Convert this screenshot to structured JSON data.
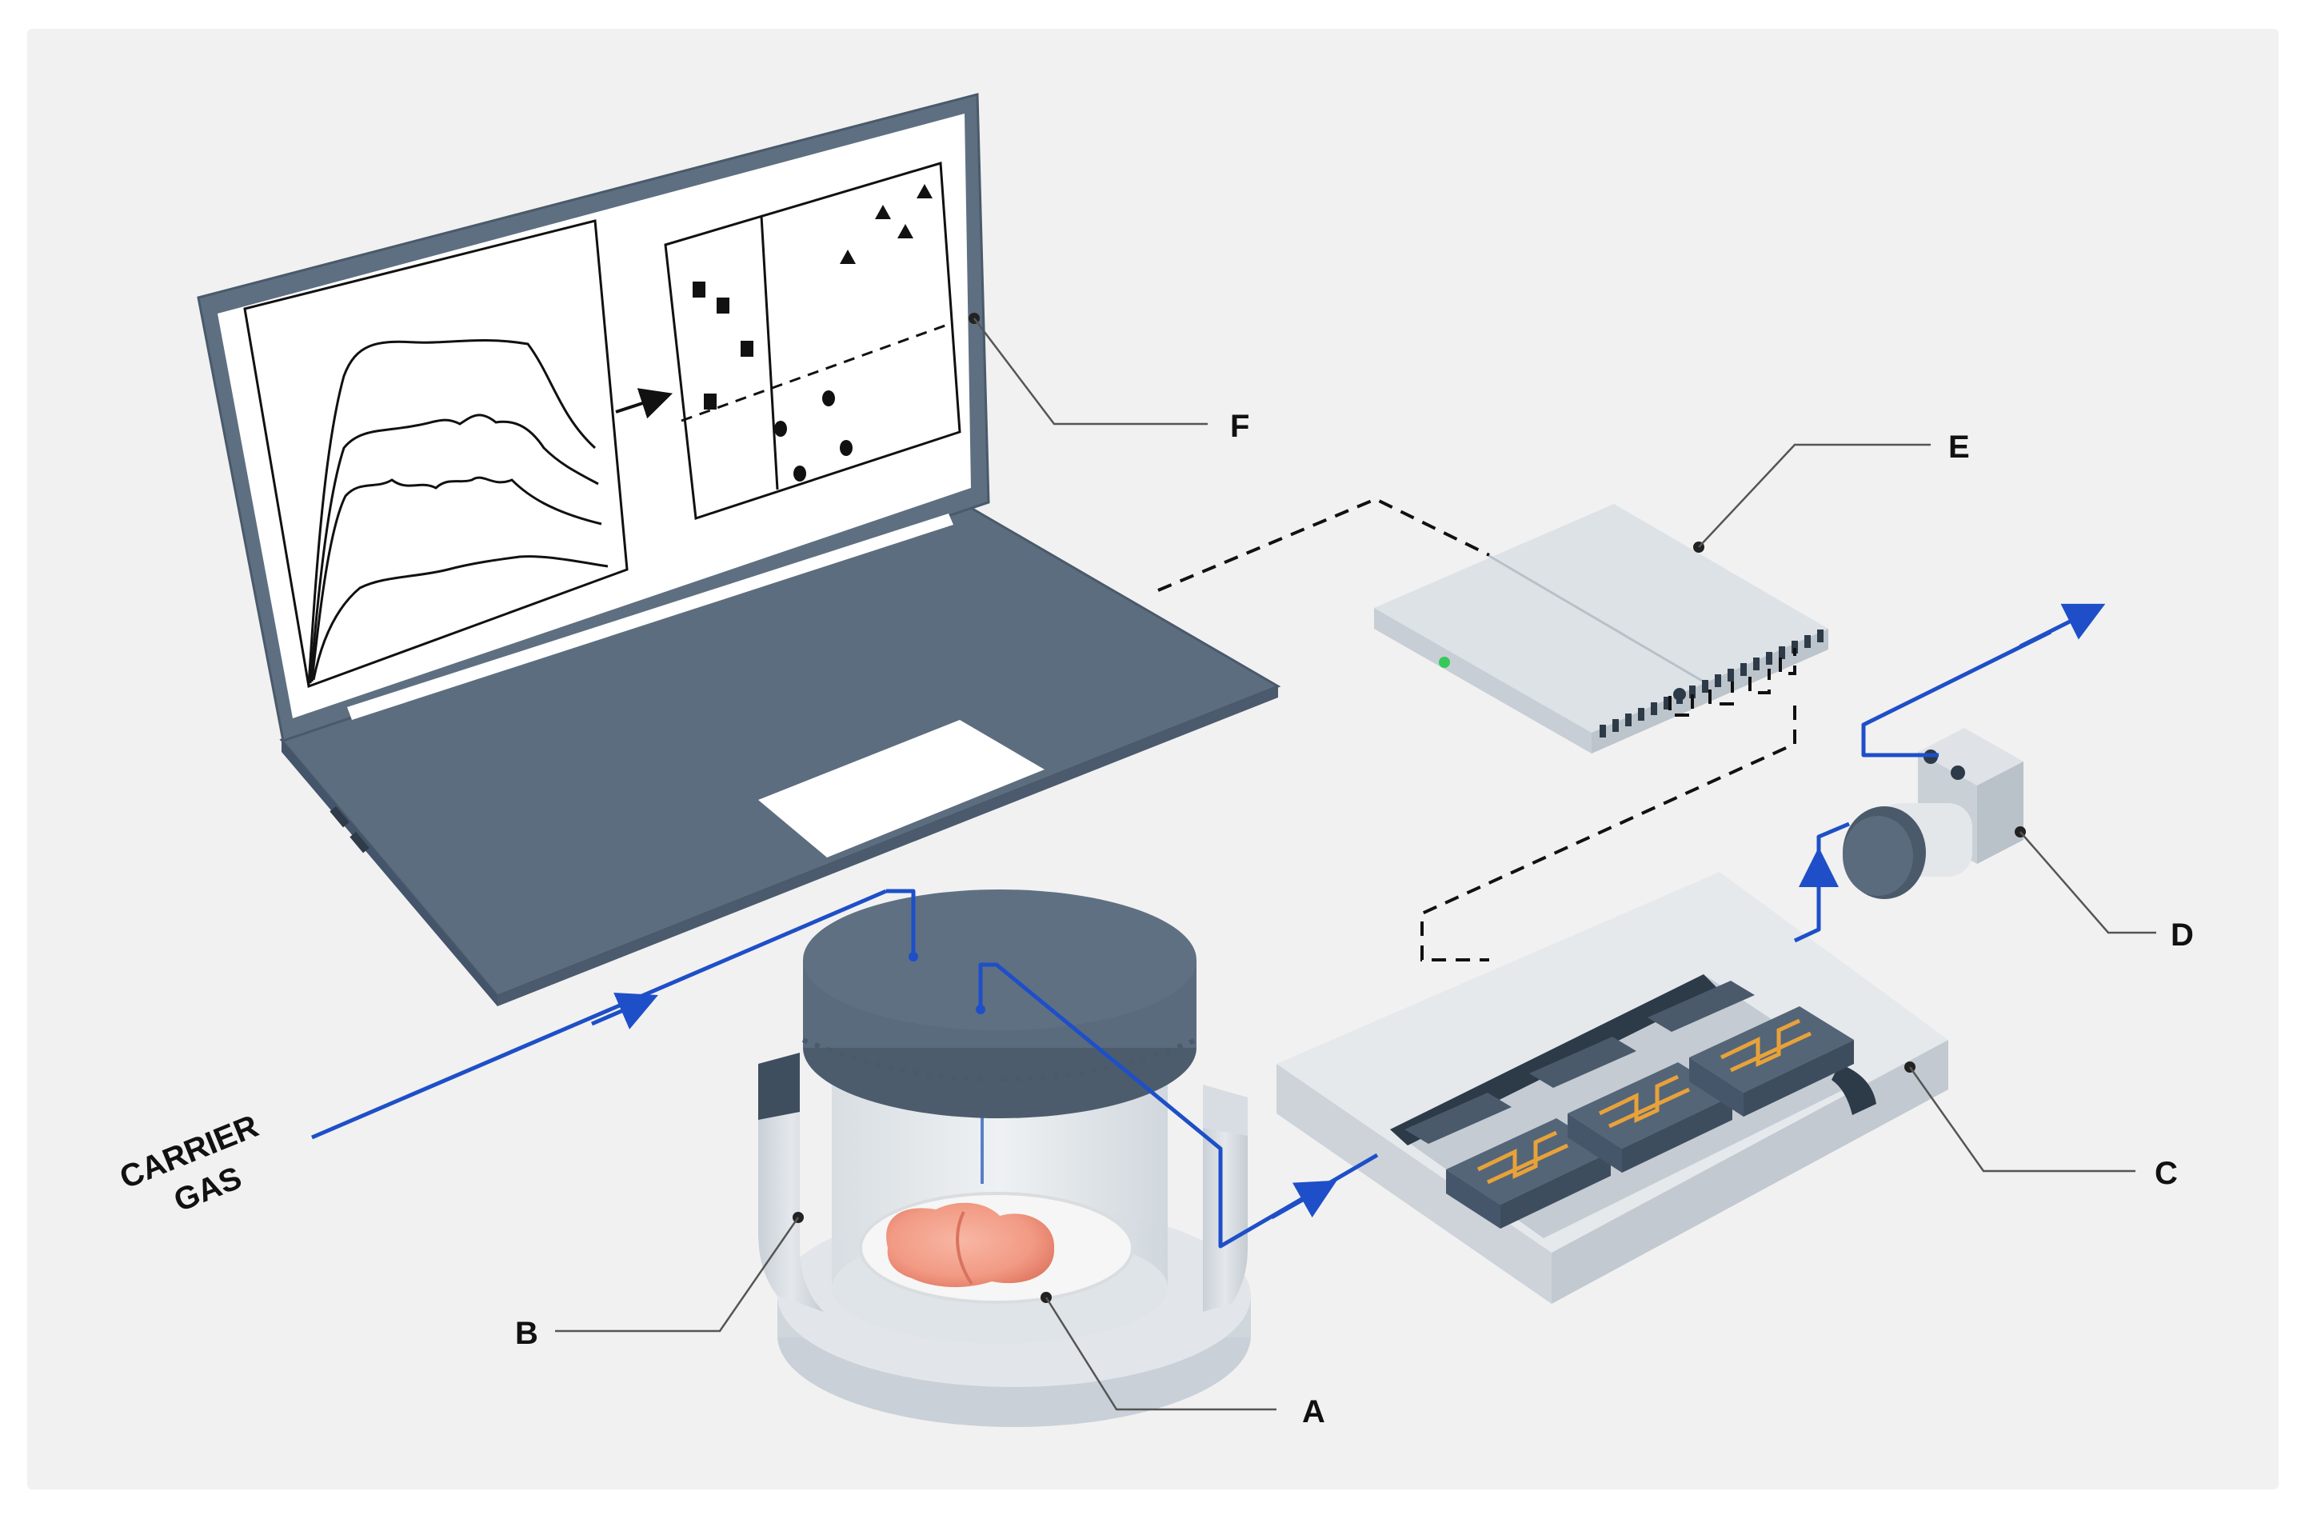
{
  "labels": {
    "a": "A",
    "b": "B",
    "c": "C",
    "d": "D",
    "e": "E",
    "f": "F",
    "carrier_line1": "CARRIER",
    "carrier_line2": "GAS"
  },
  "colors": {
    "background": "#f1f1f1",
    "gas_flow": "#1e4fc8",
    "device_grey": "#5a6d80",
    "device_light": "#dfe3e8",
    "sensor_electrode": "#e8a23a",
    "sample": "#f4a28c",
    "status_led": "#36c95a"
  },
  "icons": [
    "arrow-right-icon",
    "square-marker-icon",
    "triangle-marker-icon",
    "circle-marker-icon"
  ]
}
